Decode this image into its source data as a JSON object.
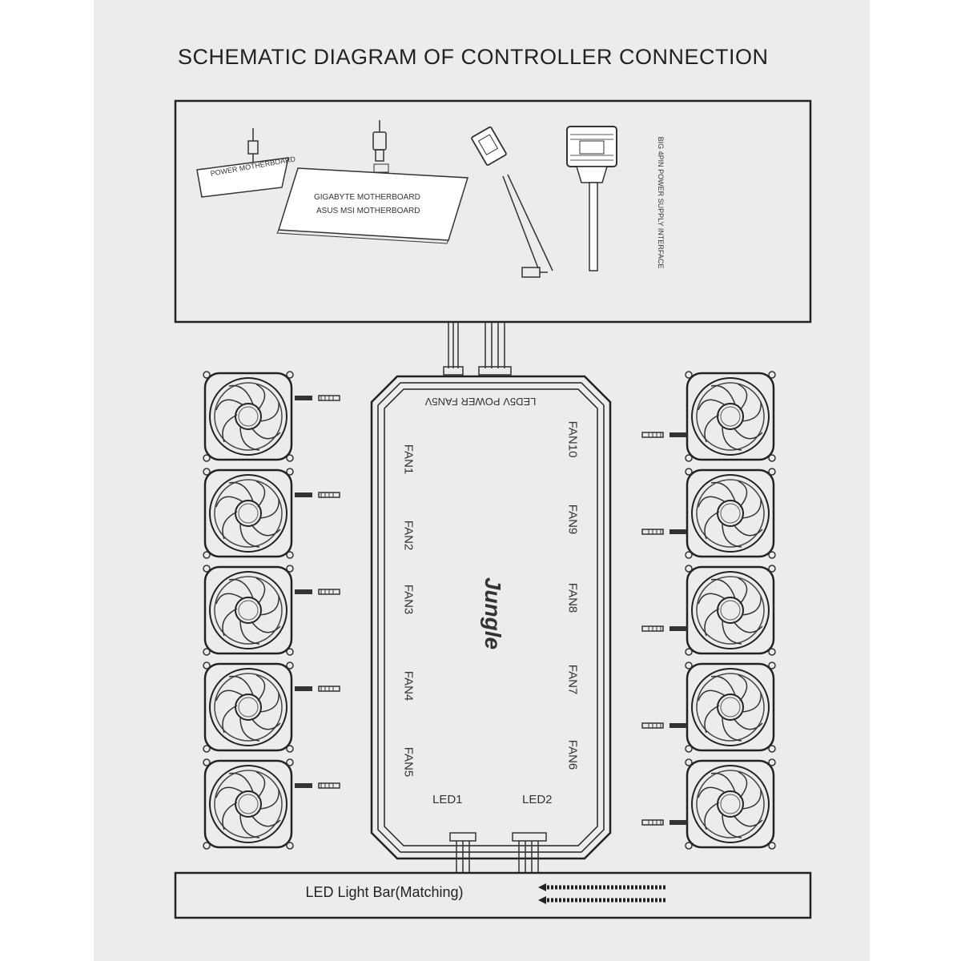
{
  "title": "SCHEMATIC DIAGRAM OF CONTROLLER CONNECTION",
  "sources": {
    "mb_small": "POWER MOTHERBOARD",
    "mb_large_line1": "GIGABYTE MOTHERBOARD",
    "mb_large_line2": "ASUS MSI MOTHERBOARD",
    "psu": "BIG 4PIN POWER SUPPLY INTERFACE"
  },
  "controller": {
    "top_label": "LED5V POWER FAN5V",
    "brand": "Jungle",
    "fans_left": [
      "FAN1",
      "FAN2",
      "FAN3",
      "FAN4",
      "FAN5"
    ],
    "fans_right": [
      "FAN10",
      "FAN9",
      "FAN8",
      "FAN7",
      "FAN6"
    ],
    "led_ports": [
      "LED1",
      "LED2"
    ]
  },
  "led_bar": "LED Light Bar(Matching)"
}
